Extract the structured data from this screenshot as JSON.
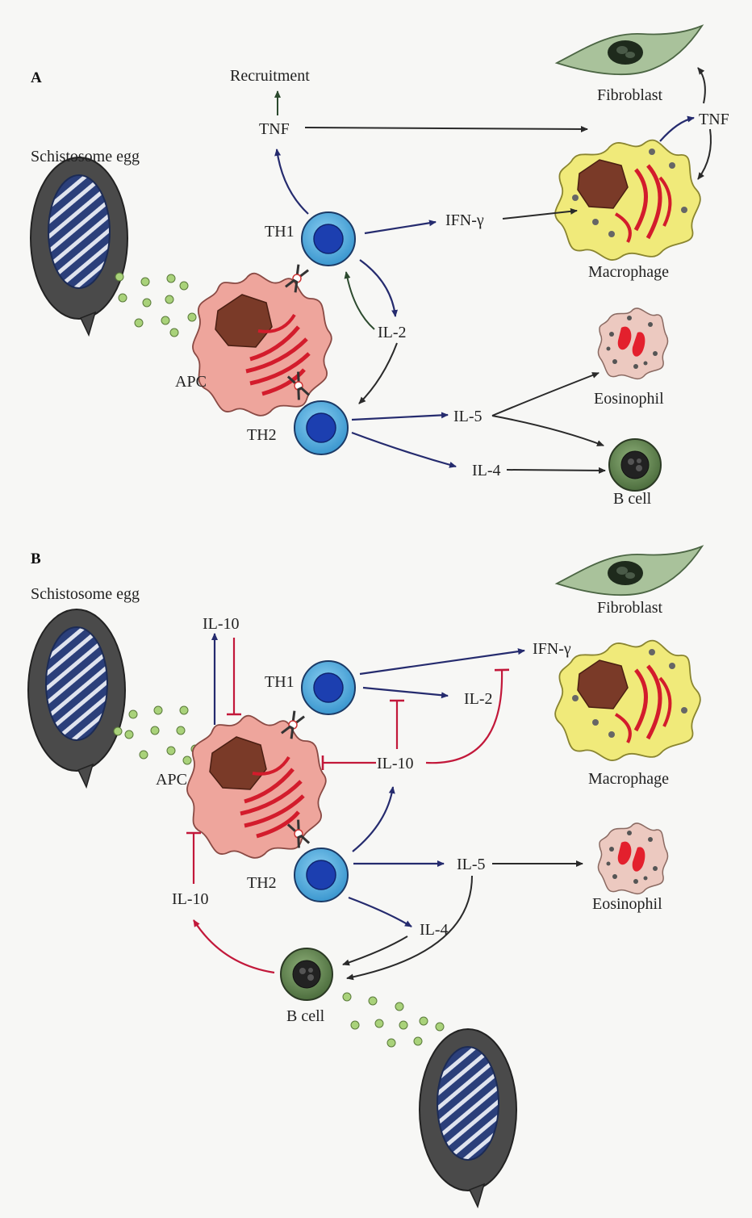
{
  "colors": {
    "background": "#f7f7f5",
    "egg_shell": "#4a4a4a",
    "egg_core": "#2b3f7a",
    "antigen_dot": "#a9d27a",
    "apc": "#eea59c",
    "apc_nucleus": "#7a3a28",
    "organelle": "#d31c2c",
    "t_cell": "#4fa9dd",
    "t_cell_nucleus": "#1c3fb0",
    "macrophage": "#f0ea7a",
    "fibroblast": "#a9c29b",
    "eosinophil": "#ecc9c0",
    "b_cell": "#6c8f5a",
    "activation_arrow": "#252b6e",
    "inhibition_arrow": "#c2183a"
  },
  "panel_a": {
    "panel_label": "A",
    "labels": {
      "recruitment": "Recruitment",
      "tnf_top": "TNF",
      "tnf_right": "TNF",
      "fibroblast": "Fibroblast",
      "schistosome_egg": "Schistosome egg",
      "th1": "TH1",
      "ifn_gamma": "IFN-γ",
      "macrophage": "Macrophage",
      "il2": "IL-2",
      "apc": "APC",
      "eosinophil": "Eosinophil",
      "th2": "TH2",
      "il5": "IL-5",
      "il4": "IL-4",
      "b_cell": "B cell"
    }
  },
  "panel_b": {
    "panel_label": "B",
    "labels": {
      "schistosome_egg": "Schistosome egg",
      "fibroblast": "Fibroblast",
      "il10_top": "IL-10",
      "ifn_gamma": "IFN-γ",
      "th1": "TH1",
      "il2": "IL-2",
      "apc": "APC",
      "il10_mid": "IL-10",
      "macrophage": "Macrophage",
      "th2": "TH2",
      "il5": "IL-5",
      "eosinophil": "Eosinophil",
      "il10_left": "IL-10",
      "il4": "IL-4",
      "b_cell": "B cell"
    }
  }
}
